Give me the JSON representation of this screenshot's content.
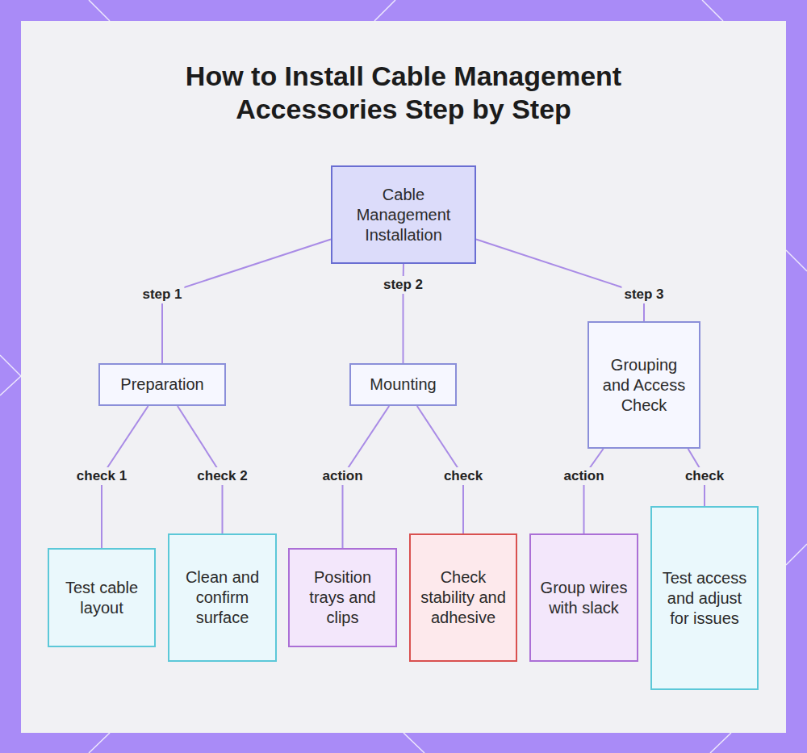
{
  "diagram": {
    "title": "How to Install Cable Management Accessories Step by Step",
    "nodes": [
      {
        "text": [
          "Cable Management Installation"
        ]
      },
      {
        "text": [
          "Preparation"
        ]
      },
      {
        "text": [
          "Mounting"
        ]
      },
      {
        "text": [
          "Grouping and Access Check"
        ]
      },
      {
        "text": [
          "Test cable layout"
        ]
      },
      {
        "text": [
          "Clean and confirm surface"
        ]
      },
      {
        "text": [
          "Position trays and clips"
        ]
      },
      {
        "text": [
          "Check stability and adhesive"
        ]
      },
      {
        "text": [
          "Group wires with slack"
        ]
      },
      {
        "text": [
          "Test access and adjust for issues"
        ]
      }
    ],
    "edges": [
      {
        "from": 0,
        "to": 1,
        "label": "step 1",
        "arrow": "none"
      },
      {
        "from": 0,
        "to": 2,
        "label": "step 2",
        "arrow": "none"
      },
      {
        "from": 0,
        "to": 3,
        "label": "step 3",
        "arrow": "none"
      },
      {
        "from": 1,
        "to": 4,
        "label": "check 1",
        "arrow": "none"
      },
      {
        "from": 1,
        "to": 5,
        "label": "check 2",
        "arrow": "none"
      },
      {
        "from": 2,
        "to": 6,
        "label": "action",
        "arrow": "none"
      },
      {
        "from": 2,
        "to": 7,
        "label": "check",
        "arrow": "none"
      },
      {
        "from": 3,
        "to": 8,
        "label": "action",
        "arrow": "none"
      },
      {
        "from": 3,
        "to": 9,
        "label": "check",
        "arrow": "none"
      }
    ]
  }
}
